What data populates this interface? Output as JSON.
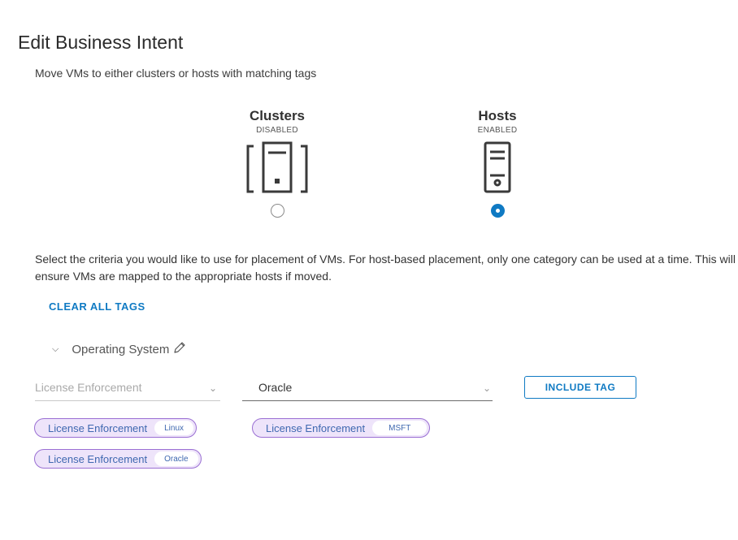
{
  "page": {
    "title": "Edit Business Intent",
    "subtitle": "Move VMs to either clusters or hosts with matching tags"
  },
  "placement": {
    "options": [
      {
        "name": "Clusters",
        "state": "DISABLED",
        "selected": false,
        "icon": "cluster-icon"
      },
      {
        "name": "Hosts",
        "state": "ENABLED",
        "selected": true,
        "icon": "host-icon"
      }
    ],
    "description": "Select the criteria you would like to use for placement of VMs. For host-based placement, only one category can be used at a time. This will ensure VMs are mapped to the appropriate hosts if moved."
  },
  "actions": {
    "clear_all_tags": "CLEAR ALL TAGS",
    "include_tag": "INCLUDE TAG"
  },
  "category": {
    "name": "Operating System",
    "expanded": true
  },
  "selectors": {
    "category_placeholder": "License Enforcement",
    "value": "Oracle"
  },
  "tags": [
    {
      "key": "License Enforcement",
      "value": "Linux"
    },
    {
      "key": "License Enforcement",
      "value": "MSFT"
    },
    {
      "key": "License Enforcement",
      "value": "Oracle"
    }
  ],
  "colors": {
    "accent": "#0f7ac3",
    "tag_border": "#9a6fd3",
    "tag_fill": "#eee4fa"
  }
}
